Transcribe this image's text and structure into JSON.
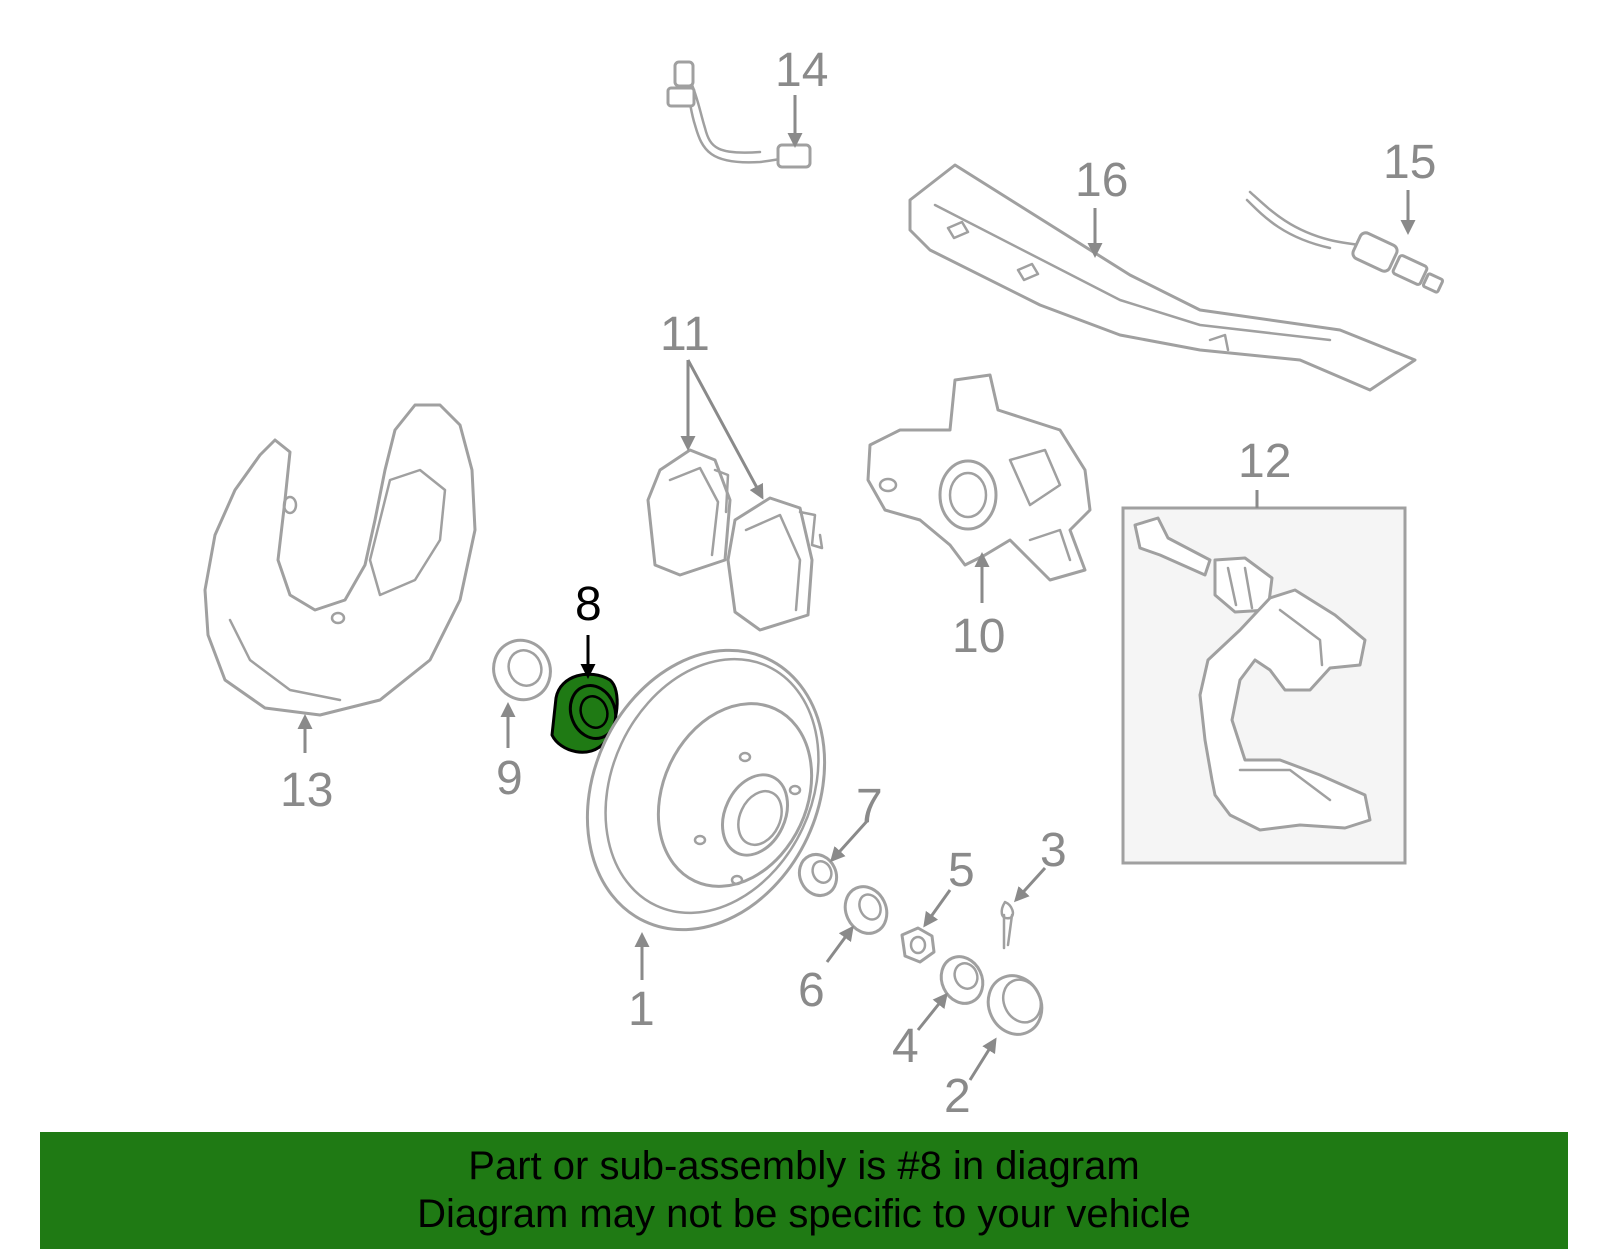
{
  "diagram": {
    "callouts": {
      "c1": "1",
      "c2": "2",
      "c3": "3",
      "c4": "4",
      "c5": "5",
      "c6": "6",
      "c7": "7",
      "c8": "8",
      "c9": "9",
      "c10": "10",
      "c11": "11",
      "c12": "12",
      "c13": "13",
      "c14": "14",
      "c15": "15",
      "c16": "16"
    },
    "highlighted_part": "8",
    "highlight_color": "#1f7a14"
  },
  "banner": {
    "line1": "Part or sub-assembly is #8 in diagram",
    "line2": "Diagram may not be specific to your vehicle",
    "background": "#1f7a14"
  }
}
